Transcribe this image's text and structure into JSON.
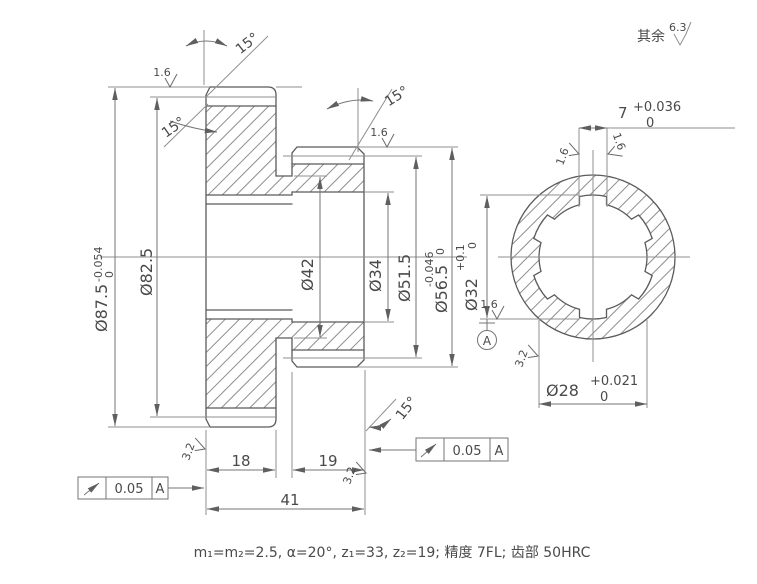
{
  "surface_default": {
    "prefix": "其余",
    "value": "6.3"
  },
  "note": "m₁=m₂=2.5, α=20°, z₁=33, z₂=19; 精度 7FL; 齿部 50HRC",
  "dims": {
    "outer": {
      "v": "Ø87.5",
      "tu": "0",
      "tl": "-0.054"
    },
    "pitch_big": {
      "v": "Ø82.5"
    },
    "web": {
      "v": "Ø42"
    },
    "counterbore": {
      "v": "Ø34"
    },
    "pitch_small": {
      "v": "Ø51.5"
    },
    "small_tip": {
      "v": "Ø56.5",
      "tu": "0",
      "tl": "-0.046"
    },
    "spline_major": {
      "v": "Ø32",
      "tu": "+0.1",
      "tl": "0"
    },
    "bore": {
      "v": "Ø28",
      "tu": "+0.021",
      "tl": "0"
    },
    "spline_width": {
      "v": "7",
      "tu": "+0.036",
      "tl": "0"
    },
    "width_big": "18",
    "width_small": "19",
    "width_total": "41",
    "chamfer_angle": "15°"
  },
  "finish": {
    "fine": "1.6",
    "medium": "3.2"
  },
  "tolerance_frame": {
    "symbol": "circular-runout",
    "value": "0.05",
    "datum": "A"
  },
  "datum": {
    "label": "A"
  }
}
